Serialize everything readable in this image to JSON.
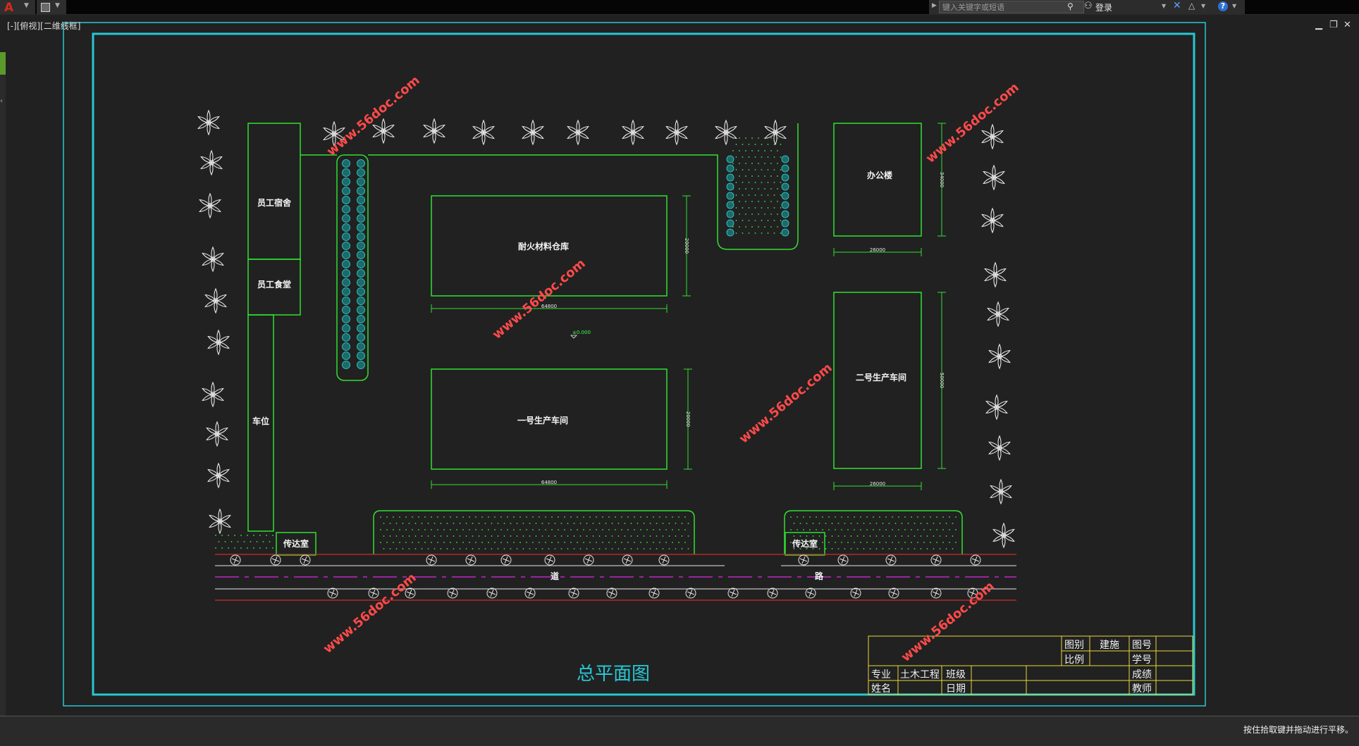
{
  "app": {
    "logo_letter": "A",
    "viewport_label": "[-][俯视][二维线框]"
  },
  "search": {
    "placeholder": "键入关键字或短语"
  },
  "toolbar": {
    "login_label": "登录"
  },
  "watermark": "www.56doc.com",
  "drawing": {
    "title": "总平面图",
    "buildings": {
      "dorm": "员工宿舍",
      "canteen": "员工食堂",
      "parking": "车位",
      "guard_left": "传达室",
      "guard_right": "传达室",
      "warehouse": "耐火材料仓库",
      "workshop1": "一号生产车间",
      "workshop2": "二号生产车间",
      "office": "办公楼"
    },
    "road_left": "道",
    "road_right": "路",
    "dimensions": {
      "warehouse_w": "64800",
      "warehouse_h": "20000",
      "workshop1_w": "64800",
      "workshop1_h": "20000",
      "office_w": "26000",
      "office_h": "34000",
      "workshop2_w": "26000",
      "workshop2_h": "50000",
      "elevation": "±0.000"
    },
    "title_block": {
      "tubie_label": "图别",
      "tubie_value": "建施",
      "tuhao_label": "图号",
      "bili_label": "比例",
      "xuehao_label": "学号",
      "zhuanye_label": "专业",
      "zhuanye_value": "土木工程",
      "banji_label": "班级",
      "chengji_label": "成绩",
      "xingming_label": "姓名",
      "riqi_label": "日期",
      "jiaoshi_label": "教师"
    }
  },
  "status": {
    "message": "按住拾取键并拖动进行平移。"
  }
}
